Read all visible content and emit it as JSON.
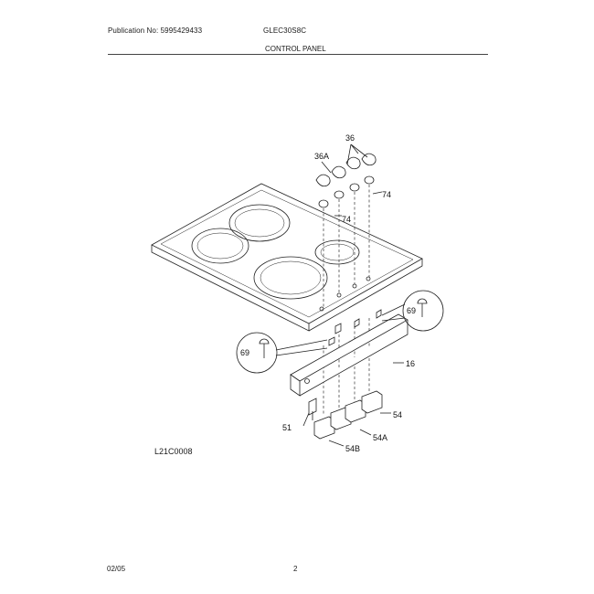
{
  "header": {
    "publication": "Publication No: 5995429433",
    "model": "GLEC30S8C",
    "section": "CONTROL PANEL"
  },
  "figure_number": "L21C0008",
  "footer": {
    "date": "02/05",
    "page": "2"
  },
  "callouts": {
    "c36": "36",
    "c36a": "36A",
    "c74a": "74",
    "c74b": "74",
    "c69a": "69",
    "c69b": "69",
    "c16": "16",
    "c51": "51",
    "c54": "54",
    "c54a": "54A",
    "c54b": "54B"
  }
}
